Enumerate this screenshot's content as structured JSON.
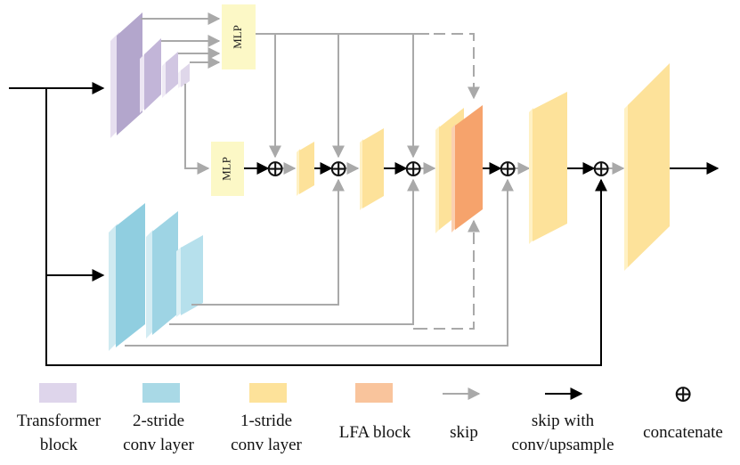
{
  "colors": {
    "transformer": "#c9bcdc",
    "stride2": "#a9d9e6",
    "stride1": "#fde29a",
    "lfa": "#f6a36c",
    "skip": "#a9a9a9",
    "skip_conv": "#000000"
  },
  "diagram": {
    "mlp_top": "MLP",
    "mlp_mid": "MLP",
    "concat_symbol": "⊕"
  },
  "legend": {
    "transformer_l1": "Transformer",
    "transformer_l2": "block",
    "stride2_l1": "2-stride",
    "stride2_l2": "conv layer",
    "stride1_l1": "1-stride",
    "stride1_l2": "conv layer",
    "lfa": "LFA block",
    "skip": "skip",
    "skip_conv_l1": "skip with",
    "skip_conv_l2": "conv/upsample",
    "concat_symbol": "⊕",
    "concat": "concatenate"
  }
}
